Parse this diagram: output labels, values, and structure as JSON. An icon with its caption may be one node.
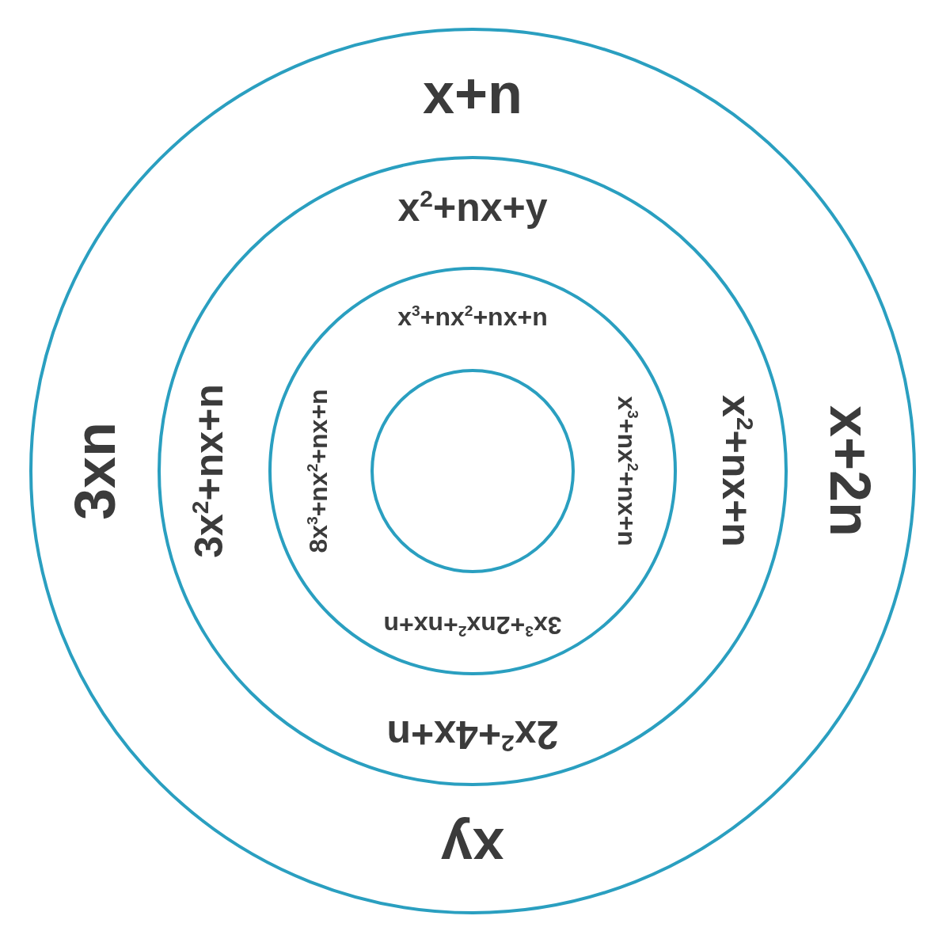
{
  "diagram": {
    "nodes": [
      {
        "text": [
          "x+n",
          "3xn",
          "x+2n",
          "xy"
        ]
      },
      {
        "text": [
          "x$^{2}$+nx+y",
          "3x$^{2}$+nx+n",
          "x$^{2}$+nx+n",
          "2x$^{2}$+4x+n"
        ],
        "in": 0
      },
      {
        "text": [
          "x$^{3}$+nx$^{2}$+nx+n",
          "8x$^{3}$+nx$^{2}$+nx+n",
          "x$^{3}$+nx$^{2}$+nx+n",
          "3x$^{3}$+2nx$^{2}$+nx+n"
        ],
        "in": 1
      },
      {
        "text": [],
        "shape": "circle",
        "in": 2
      }
    ]
  }
}
